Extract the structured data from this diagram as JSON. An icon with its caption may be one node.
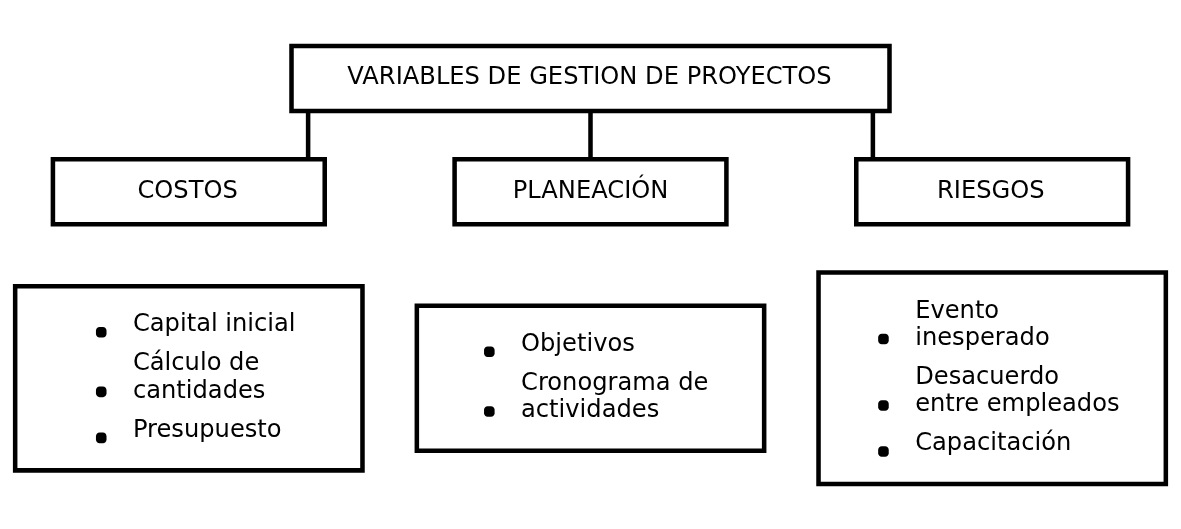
{
  "diagram": {
    "nodes": [
      {
        "text": [
          "VARIABLES DE GESTION DE PROYECTOS"
        ]
      },
      {
        "text": [
          "COSTOS"
        ]
      },
      {
        "text": [
          "PLANEACIÓN"
        ]
      },
      {
        "text": [
          "RIESGOS"
        ]
      },
      {
        "text": [
          "Capital inicial",
          "Cálculo de cantidades",
          "Presupuesto"
        ]
      },
      {
        "text": [
          "Objetivos",
          "Cronograma de actividades"
        ]
      },
      {
        "text": [
          "Evento inesperado",
          "Desacuerdo entre empleados",
          "Capacitación"
        ]
      }
    ],
    "edges": [
      {
        "from": 0,
        "to": 1,
        "arrow": "none"
      },
      {
        "from": 0,
        "to": 2,
        "arrow": "none"
      },
      {
        "from": 0,
        "to": 3,
        "arrow": "none"
      }
    ]
  }
}
